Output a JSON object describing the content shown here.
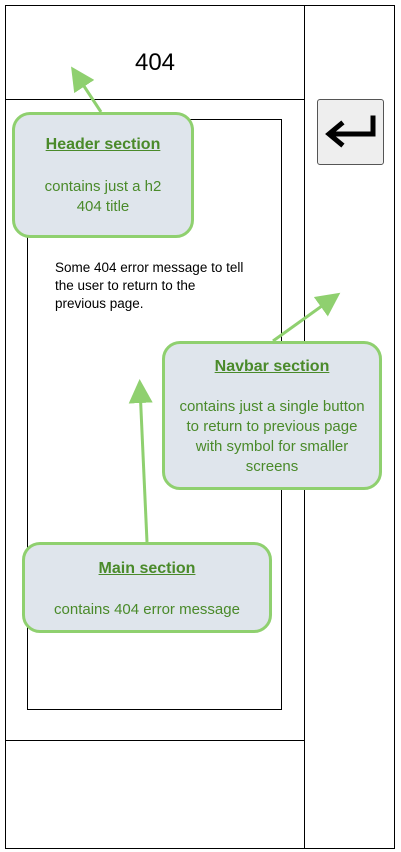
{
  "header": {
    "title": "404"
  },
  "main": {
    "message": "Some 404 error message to tell the user to return to the previous page."
  },
  "navbar": {
    "back_icon": "return-arrow-icon"
  },
  "callouts": {
    "header": {
      "heading": "Header section",
      "description": "contains just a h2 404 title"
    },
    "navbar": {
      "heading": "Navbar section",
      "description": "contains just a single button to return to previous page with symbol for smaller screens"
    },
    "main": {
      "heading": "Main section",
      "description": "contains 404 error message"
    }
  },
  "colors": {
    "callout_fill": "#dfe5ec",
    "callout_border": "#8fd06f",
    "callout_text": "#4a8a2a",
    "line": "#000000"
  }
}
